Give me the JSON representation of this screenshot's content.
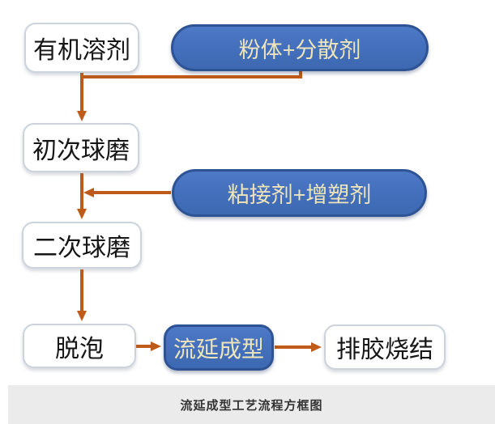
{
  "diagram": {
    "title_caption": "流延成型工艺流程方框图",
    "nodes": {
      "organic_solvent": {
        "label": "有机溶剂",
        "type": "process-box"
      },
      "powder_dispersant": {
        "label": "粉体+分散剂",
        "type": "input-pill"
      },
      "first_ball_milling": {
        "label": "初次球磨",
        "type": "process-box"
      },
      "binder_plasticizer": {
        "label": "粘接剂+增塑剂",
        "type": "input-pill"
      },
      "second_ball_milling": {
        "label": "二次球磨",
        "type": "process-box"
      },
      "degassing": {
        "label": "脱泡",
        "type": "process-box"
      },
      "tape_casting": {
        "label": "流延成型",
        "type": "highlight-pill"
      },
      "debinding_sintering": {
        "label": "排胶烧结",
        "type": "process-box"
      }
    },
    "edges": [
      {
        "from": "organic_solvent",
        "to": "first_ball_milling"
      },
      {
        "from": "powder_dispersant",
        "to": "first_ball_milling"
      },
      {
        "from": "binder_plasticizer",
        "to": "first_ball_milling_output"
      },
      {
        "from": "first_ball_milling",
        "to": "second_ball_milling"
      },
      {
        "from": "second_ball_milling",
        "to": "degassing"
      },
      {
        "from": "degassing",
        "to": "tape_casting"
      },
      {
        "from": "tape_casting",
        "to": "debinding_sintering"
      }
    ],
    "colors": {
      "pill_fill": "#4470bd",
      "pill_border": "#2e5395",
      "pill_text": "#efe5bb",
      "arrow": "#c05a18",
      "box_border": "#ccd3dd",
      "box_text": "#161616",
      "caption_bg": "#ebebeb",
      "caption_text": "#333333"
    }
  }
}
